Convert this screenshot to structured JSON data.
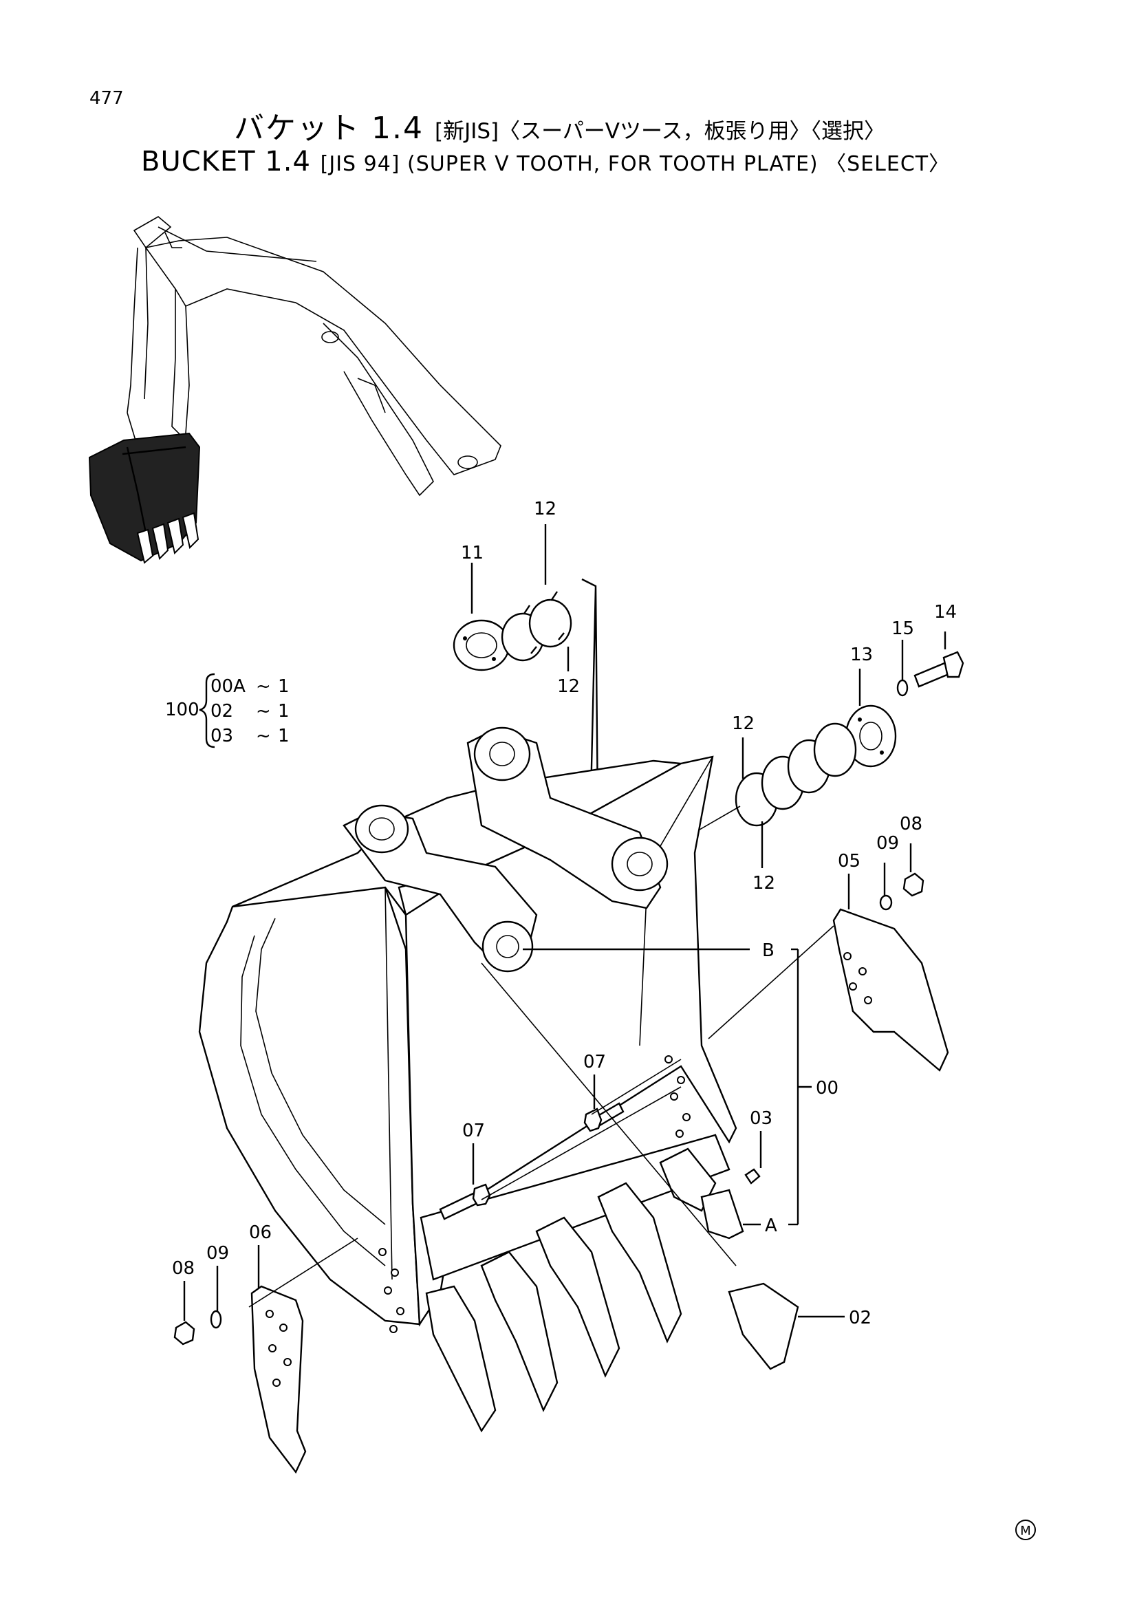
{
  "page_number": "477",
  "title_jp": {
    "main": "バケット 1.4",
    "sub": "[新JIS]〈スーパーVツース，板張り用〉〈選択〉"
  },
  "title_en": {
    "main": "BUCKET 1.4",
    "sub": "[JIS 94] (SUPER V TOOTH, FOR TOOTH PLATE) 〈SELECT〉"
  },
  "assembly_group": {
    "number": "100",
    "items": [
      {
        "part": "00A",
        "sep": "~",
        "qty": "1"
      },
      {
        "part": "02",
        "sep": "~",
        "qty": "1"
      },
      {
        "part": "03",
        "sep": "~",
        "qty": "1"
      }
    ]
  },
  "callouts": {
    "c12_top": "12",
    "c11": "11",
    "c12_mid": "12",
    "c15": "15",
    "c14": "14",
    "c13": "13",
    "c12_right_top": "12",
    "c12_right_bottom": "12",
    "c08_right": "08",
    "c09_right": "09",
    "c05": "05",
    "ref_b": "B",
    "c07_right": "07",
    "c00": "00",
    "c03": "03",
    "c07_left": "07",
    "ref_a": "A",
    "c06": "06",
    "c09_left": "09",
    "c08_left": "08",
    "c02": "02"
  },
  "footer_mark": "M",
  "icons": [
    "excavator-illustration",
    "bucket-drawing",
    "tooth-icon",
    "bolt-icon",
    "nut-icon",
    "washer-icon",
    "shim-icon"
  ]
}
